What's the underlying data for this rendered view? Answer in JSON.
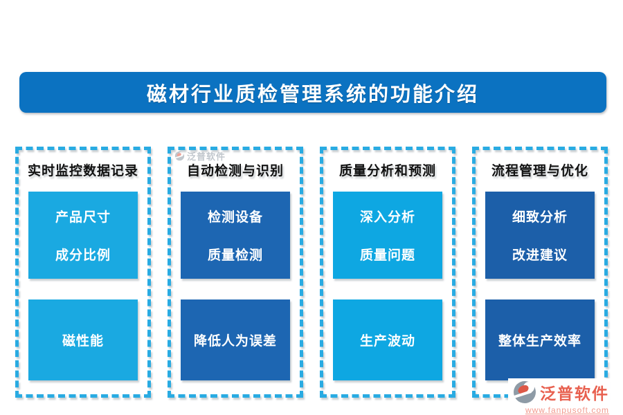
{
  "title": {
    "text": "磁材行业质检管理系统的功能介绍",
    "bg_color": "#0b72c1",
    "text_color": "#ffffff"
  },
  "border_color": "#29abe2",
  "columns": [
    {
      "header": "实时监控数据记录",
      "box_color": "#1aa9e1",
      "box1_lines": [
        "产品尺寸",
        "成分比例"
      ],
      "box2_lines": [
        "磁性能"
      ]
    },
    {
      "header": "自动检测与识别",
      "box_color": "#1d66b2",
      "box1_lines": [
        "检测设备",
        "质量检测"
      ],
      "box2_lines": [
        "降低人为误差"
      ]
    },
    {
      "header": "质量分析和预测",
      "box_color": "#0ea7e2",
      "box1_lines": [
        "深入分析",
        "质量问题"
      ],
      "box2_lines": [
        "生产波动"
      ]
    },
    {
      "header": "流程管理与优化",
      "box_color": "#1c5fa9",
      "box1_lines": [
        "细致分析",
        "改进建议"
      ],
      "box2_lines": [
        "整体生产效率"
      ]
    }
  ],
  "watermark": {
    "brand": "泛普软件",
    "color": "#8f9aa5"
  },
  "footer_logo": {
    "brand": "泛普软件",
    "url": "www.fanpusoft.com",
    "brand_color": "#e8604f",
    "url_color": "#f29a8e"
  }
}
